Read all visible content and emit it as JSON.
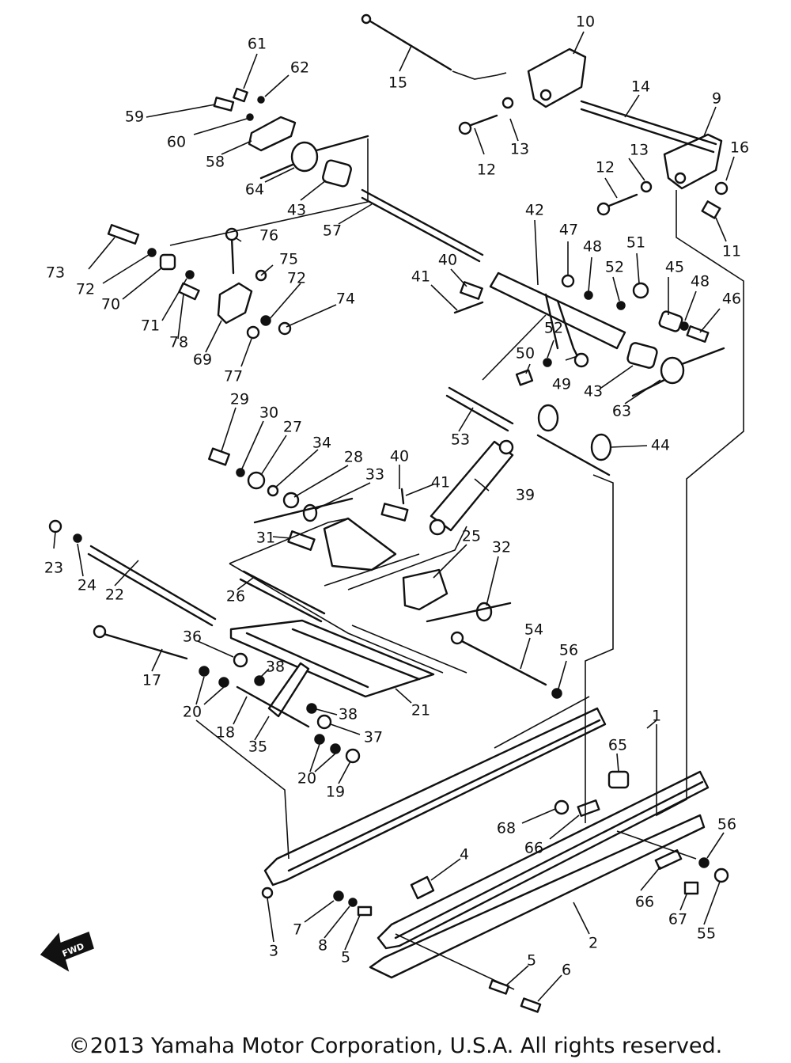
{
  "copyright": "©2013 Yamaha Motor Corporation, U.S.A. All rights reserved.",
  "fwd_label": "FWD",
  "callouts": [
    "1",
    "2",
    "3",
    "4",
    "5",
    "5",
    "6",
    "7",
    "8",
    "9",
    "10",
    "11",
    "12",
    "12",
    "13",
    "13",
    "14",
    "15",
    "16",
    "17",
    "18",
    "19",
    "20",
    "20",
    "21",
    "22",
    "23",
    "24",
    "25",
    "26",
    "27",
    "28",
    "29",
    "30",
    "31",
    "32",
    "33",
    "34",
    "35",
    "36",
    "37",
    "38",
    "38",
    "39",
    "40",
    "40",
    "41",
    "41",
    "42",
    "43",
    "43",
    "44",
    "45",
    "46",
    "47",
    "48",
    "48",
    "49",
    "50",
    "51",
    "52",
    "52",
    "53",
    "54",
    "55",
    "56",
    "56",
    "57",
    "58",
    "59",
    "60",
    "61",
    "62",
    "63",
    "64",
    "65",
    "66",
    "66",
    "67",
    "68",
    "69",
    "70",
    "71",
    "72",
    "72",
    "73",
    "74",
    "75",
    "76",
    "77",
    "78"
  ]
}
